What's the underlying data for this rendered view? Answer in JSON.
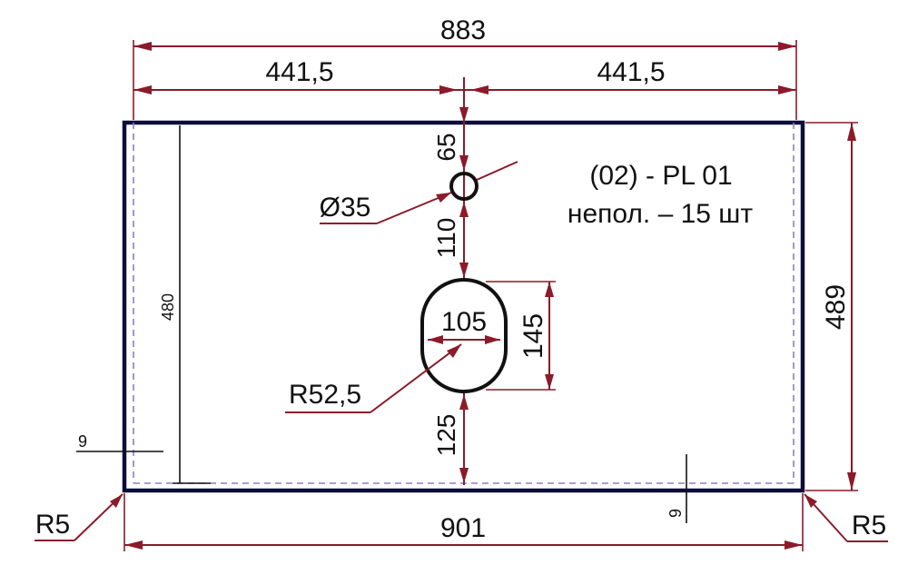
{
  "drawing": {
    "dimensions": {
      "overall_top": "883",
      "half_left": "441,5",
      "half_right": "441,5",
      "overall_bottom": "901",
      "height_right": "489",
      "height_left_inner": "480",
      "hole_from_top": "65",
      "hole_to_slot": "110",
      "slot_to_bottom": "125",
      "slot_width": "105",
      "slot_height": "145",
      "hole_diameter": "Ø35",
      "slot_radius": "R52,5",
      "offset_left": "9",
      "offset_bottom": "9",
      "corner_left": "R5",
      "corner_right": "R5"
    },
    "part_label": "(02) - PL 01",
    "quantity_label": "непол. – 15 шт"
  }
}
